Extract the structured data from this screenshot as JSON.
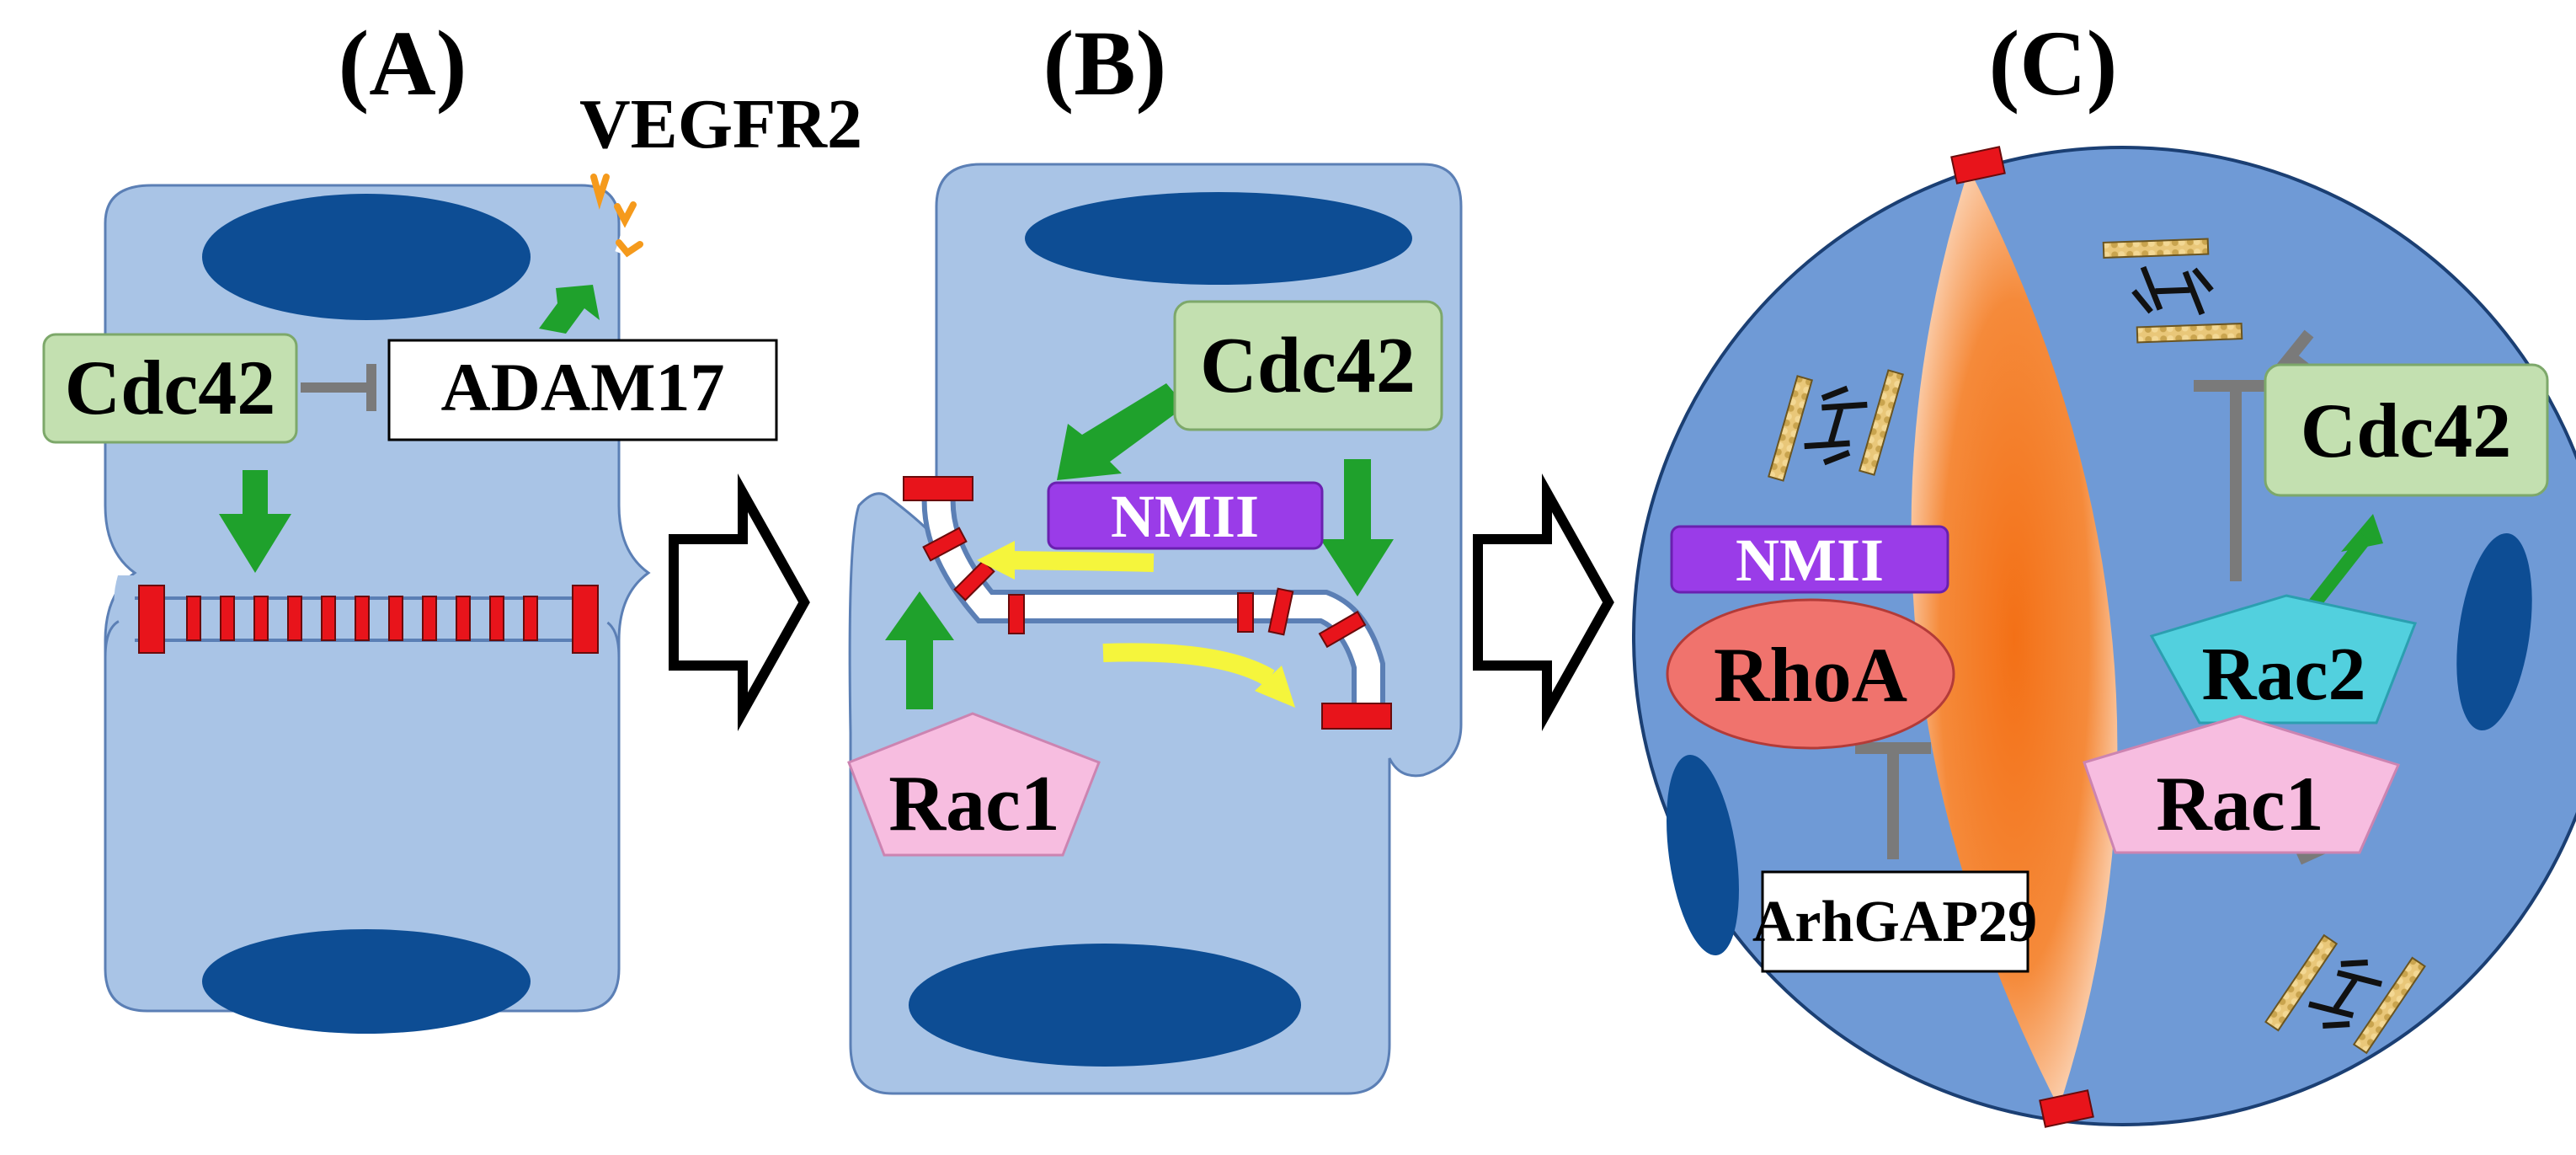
{
  "panels": {
    "a": {
      "title": "(A)",
      "receptor_label": "VEGFR2",
      "labels": {
        "cdc42": "Cdc42",
        "adam17": "ADAM17"
      }
    },
    "b": {
      "title": "(B)",
      "labels": {
        "cdc42": "Cdc42",
        "nmii": "NMII",
        "rac1": "Rac1"
      }
    },
    "c": {
      "title": "(C)",
      "labels": {
        "nmii": "NMII",
        "rhoa": "RhoA",
        "arhgap29": "ArhGAP29",
        "cdc42": "Cdc42",
        "rac2": "Rac2",
        "rac1": "Rac1"
      }
    }
  },
  "colors": {
    "cell_fill": "#a9c4e6",
    "nucleus": "#0d4d94",
    "junction_red": "#e8141b",
    "activation_green": "#1fa12c",
    "inhibition_gray": "#7a7a7a",
    "cdc42_box": "#c3e0b0",
    "nmii_box": "#9a3ce8",
    "rac1_shape": "#f7bde0",
    "rhoa_shape": "#f0736d",
    "rac2_shape": "#52d0de",
    "lumen_orange": "#f37c22",
    "yellow_arrow": "#f5f53c",
    "vegfr2_orange": "#f59a1c",
    "filament_tan": "#e9c779"
  }
}
